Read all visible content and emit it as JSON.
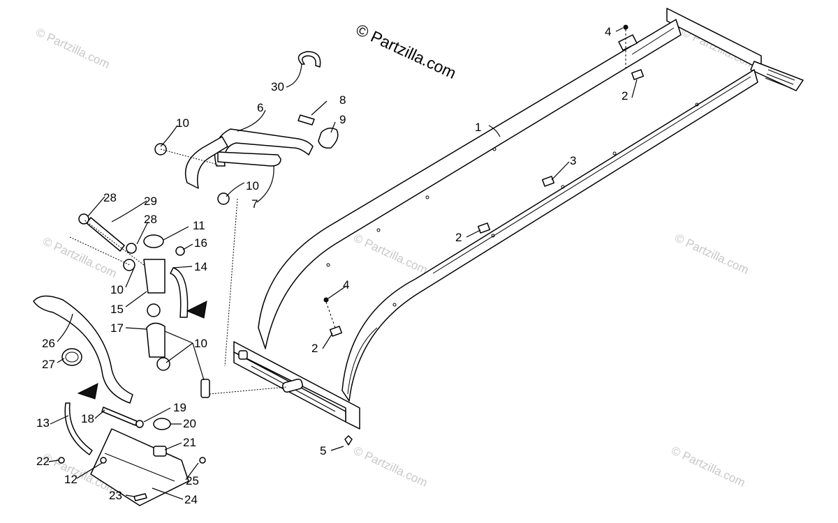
{
  "copyright": "© Partzilla.com",
  "watermark": "© Partzilla.com",
  "callouts": [
    "1",
    "2",
    "2",
    "2",
    "3",
    "4",
    "4",
    "5",
    "6",
    "7",
    "8",
    "9",
    "10",
    "10",
    "10",
    "10",
    "11",
    "12",
    "13",
    "14",
    "15",
    "16",
    "17",
    "18",
    "19",
    "20",
    "21",
    "22",
    "23",
    "24",
    "25",
    "26",
    "27",
    "28",
    "28",
    "29",
    "30"
  ],
  "colors": {
    "ink": "#000000",
    "watermark": "#c8c8c8",
    "background": "#ffffff"
  }
}
